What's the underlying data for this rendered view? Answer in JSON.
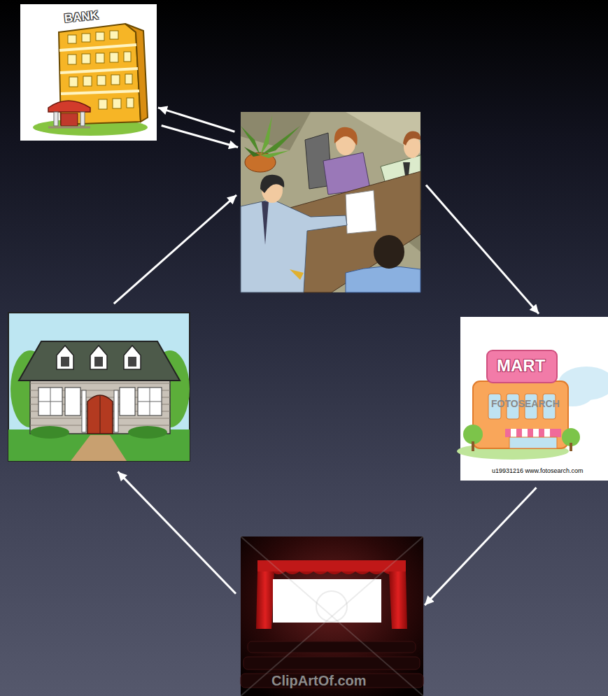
{
  "diagram": {
    "nodes": [
      {
        "text": [
          "BANK"
        ]
      },
      {
        "text": []
      },
      {
        "text": []
      },
      {
        "text": [
          "MART"
        ]
      },
      {
        "text": []
      }
    ],
    "edges": [
      {
        "from": 1,
        "to": 0,
        "arrow": "to"
      },
      {
        "from": 0,
        "to": 1,
        "arrow": "to"
      },
      {
        "from": 1,
        "to": 3,
        "arrow": "to"
      },
      {
        "from": 3,
        "to": 4,
        "arrow": "to"
      },
      {
        "from": 4,
        "to": 2,
        "arrow": "to"
      },
      {
        "from": 2,
        "to": 1,
        "arrow": "to"
      }
    ],
    "labels": [
      "FOTOSEARCH",
      "u19931216 www.fotosearch.com",
      "ClipArtOf.com"
    ]
  }
}
